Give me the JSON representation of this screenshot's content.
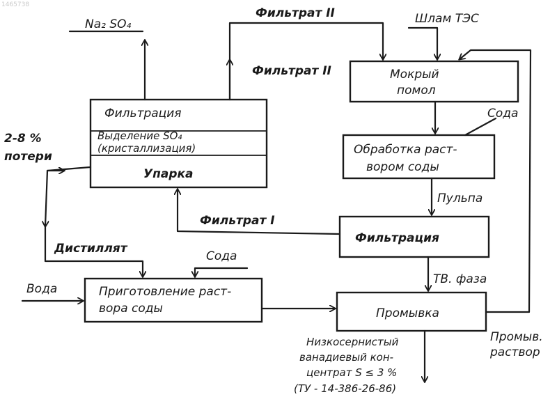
{
  "watermark": "1465738",
  "labels": {
    "na2so4": "Na₂ SO₄",
    "filtrate_ii_top": "Фильтрат II",
    "filtrate_ii_side": "Фильтрат II",
    "sludge": "Шлам ТЭС",
    "losses_1": "2-8 %",
    "losses_2": "потери",
    "soda_top": "Сода",
    "pulp": "Пульпа",
    "filtrate_i": "Фильтрат I",
    "distillate": "Дистиллят",
    "soda_bottom": "Сода",
    "water": "Вода",
    "solid_phase": "ТВ. фаза",
    "wash_solution_1": "Промыв.",
    "wash_solution_2": "раствор",
    "product_1": "Низкосернистый",
    "product_2": "ванадиевый кон-",
    "product_3": "центрат S ≤ 3 %",
    "product_4": "(ТУ - 14-386-26-86)"
  },
  "boxes": {
    "evaporator": {
      "filtration": "Фильтрация",
      "crystallization_1": "Выделение SO₄",
      "crystallization_2": "(кристаллизация)",
      "evaporation": "Упарка"
    },
    "wet_grinding_1": "Мокрый",
    "wet_grinding_2": "помол",
    "soda_treatment_1": "Обработка раст-",
    "soda_treatment_2": "вором соды",
    "filtration_main": "Фильтрация",
    "soda_preparation_1": "Приготовление раст-",
    "soda_preparation_2": "вора соды",
    "washing": "Промывка"
  }
}
